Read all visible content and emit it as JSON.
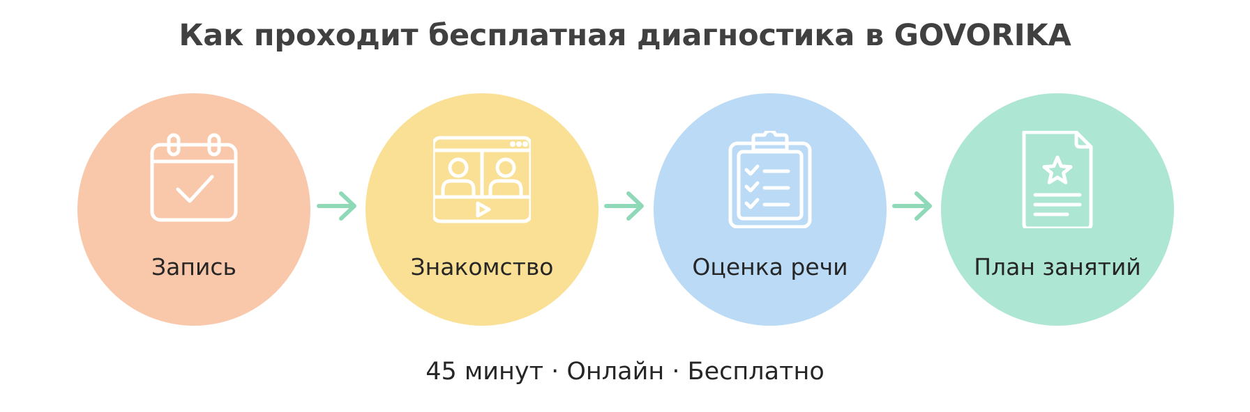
{
  "title": "Как проходит бесплатная диагностика в GOVORIKA",
  "steps": [
    {
      "label": "Запись",
      "icon": "calendar-check-icon",
      "color": "#F9C8AB"
    },
    {
      "label": "Знакомство",
      "icon": "video-call-icon",
      "color": "#F9E095"
    },
    {
      "label": "Оценка речи",
      "icon": "clipboard-checklist-icon",
      "color": "#BADAF5"
    },
    {
      "label": "План занятий",
      "icon": "document-star-icon",
      "color": "#ADE6D2"
    }
  ],
  "arrow_color": "#8FD9B8",
  "footer": "45 минут · Онлайн · Бесплатно"
}
